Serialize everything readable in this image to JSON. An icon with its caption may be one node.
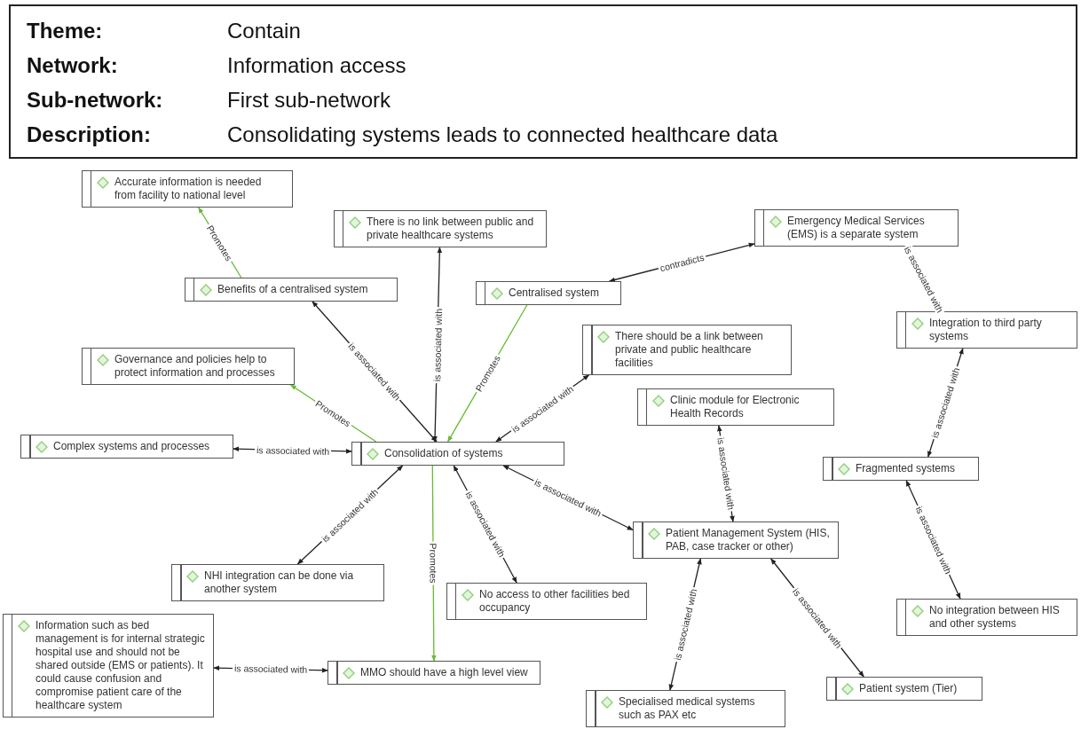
{
  "diagram": {
    "nodes": [
      {
        "text": [
          "Accurate information is needed from facility to national level"
        ]
      },
      {
        "text": [
          "There is no link between public and private healthcare systems"
        ]
      },
      {
        "text": [
          "Emergency Medical Services (EMS) is a separate system"
        ]
      },
      {
        "text": [
          "Benefits of a centralised system"
        ]
      },
      {
        "text": [
          "Centralised system"
        ]
      },
      {
        "text": [
          "Integration to third party systems"
        ]
      },
      {
        "text": [
          "Governance and policies help to protect information and processes"
        ]
      },
      {
        "text": [
          "There should be a link between private and public healthcare facilities"
        ]
      },
      {
        "text": [
          "Clinic module for Electronic Health Records"
        ]
      },
      {
        "text": [
          "Complex systems and processes"
        ]
      },
      {
        "text": [
          "Consolidation of systems"
        ]
      },
      {
        "text": [
          "Fragmented systems"
        ]
      },
      {
        "text": [
          "Patient Management System (HIS, PAB, case tracker or other)"
        ]
      },
      {
        "text": [
          "NHI integration can be done via another system"
        ]
      },
      {
        "text": [
          "No access to other facilities bed occupancy"
        ]
      },
      {
        "text": [
          "No integration between HIS and other systems"
        ]
      },
      {
        "text": [
          "Information such as bed management is for internal strategic hospital use and should not be shared outside (EMS or patients). It could cause confusion and compromise patient care of the healthcare system"
        ]
      },
      {
        "text": [
          "MMO should have a high level view"
        ]
      },
      {
        "text": [
          "Specialised medical systems such as PAX etc"
        ]
      },
      {
        "text": [
          "Patient system (Tier)"
        ]
      }
    ],
    "edges": [
      {
        "from": 3,
        "to": 0,
        "arrow": "to",
        "label": "Promotes",
        "color": "#66bb33"
      },
      {
        "from": 10,
        "to": 3,
        "arrow": "both",
        "label": "is associated with"
      },
      {
        "from": 10,
        "to": 1,
        "arrow": "both",
        "label": "is associated with"
      },
      {
        "from": 4,
        "to": 10,
        "arrow": "to",
        "label": "Promotes",
        "color": "#66bb33"
      },
      {
        "from": 10,
        "to": 7,
        "arrow": "both",
        "label": "is associated with"
      },
      {
        "from": 10,
        "to": 6,
        "arrow": "to",
        "label": "Promotes",
        "color": "#66bb33"
      },
      {
        "from": 9,
        "to": 10,
        "arrow": "both",
        "label": "is associated with"
      },
      {
        "from": 4,
        "to": 2,
        "arrow": "both",
        "label": "contradicts"
      },
      {
        "from": 2,
        "to": 5,
        "arrow": "both",
        "label": "is associated with"
      },
      {
        "from": 5,
        "to": 11,
        "arrow": "both",
        "label": "is associated with"
      },
      {
        "from": 11,
        "to": 15,
        "arrow": "both",
        "label": "is associated with"
      },
      {
        "from": 8,
        "to": 12,
        "arrow": "both",
        "label": "is associated with"
      },
      {
        "from": 10,
        "to": 12,
        "arrow": "both",
        "label": "is associated with"
      },
      {
        "from": 10,
        "to": 13,
        "arrow": "both",
        "label": "is associated with"
      },
      {
        "from": 10,
        "to": 14,
        "arrow": "both",
        "label": "is associated with"
      },
      {
        "from": 10,
        "to": 17,
        "arrow": "to",
        "label": "Promotes",
        "color": "#66bb33"
      },
      {
        "from": 16,
        "to": 17,
        "arrow": "both",
        "label": "is associated with"
      },
      {
        "from": 12,
        "to": 18,
        "arrow": "both",
        "label": "is associated with"
      },
      {
        "from": 12,
        "to": 19,
        "arrow": "both",
        "label": "is associated with"
      }
    ],
    "labels": [
      "Theme:",
      "Contain",
      "Network:",
      "Information access",
      "Sub-network:",
      "First sub-network",
      "Description:",
      "Consolidating systems leads to connected healthcare data"
    ]
  }
}
